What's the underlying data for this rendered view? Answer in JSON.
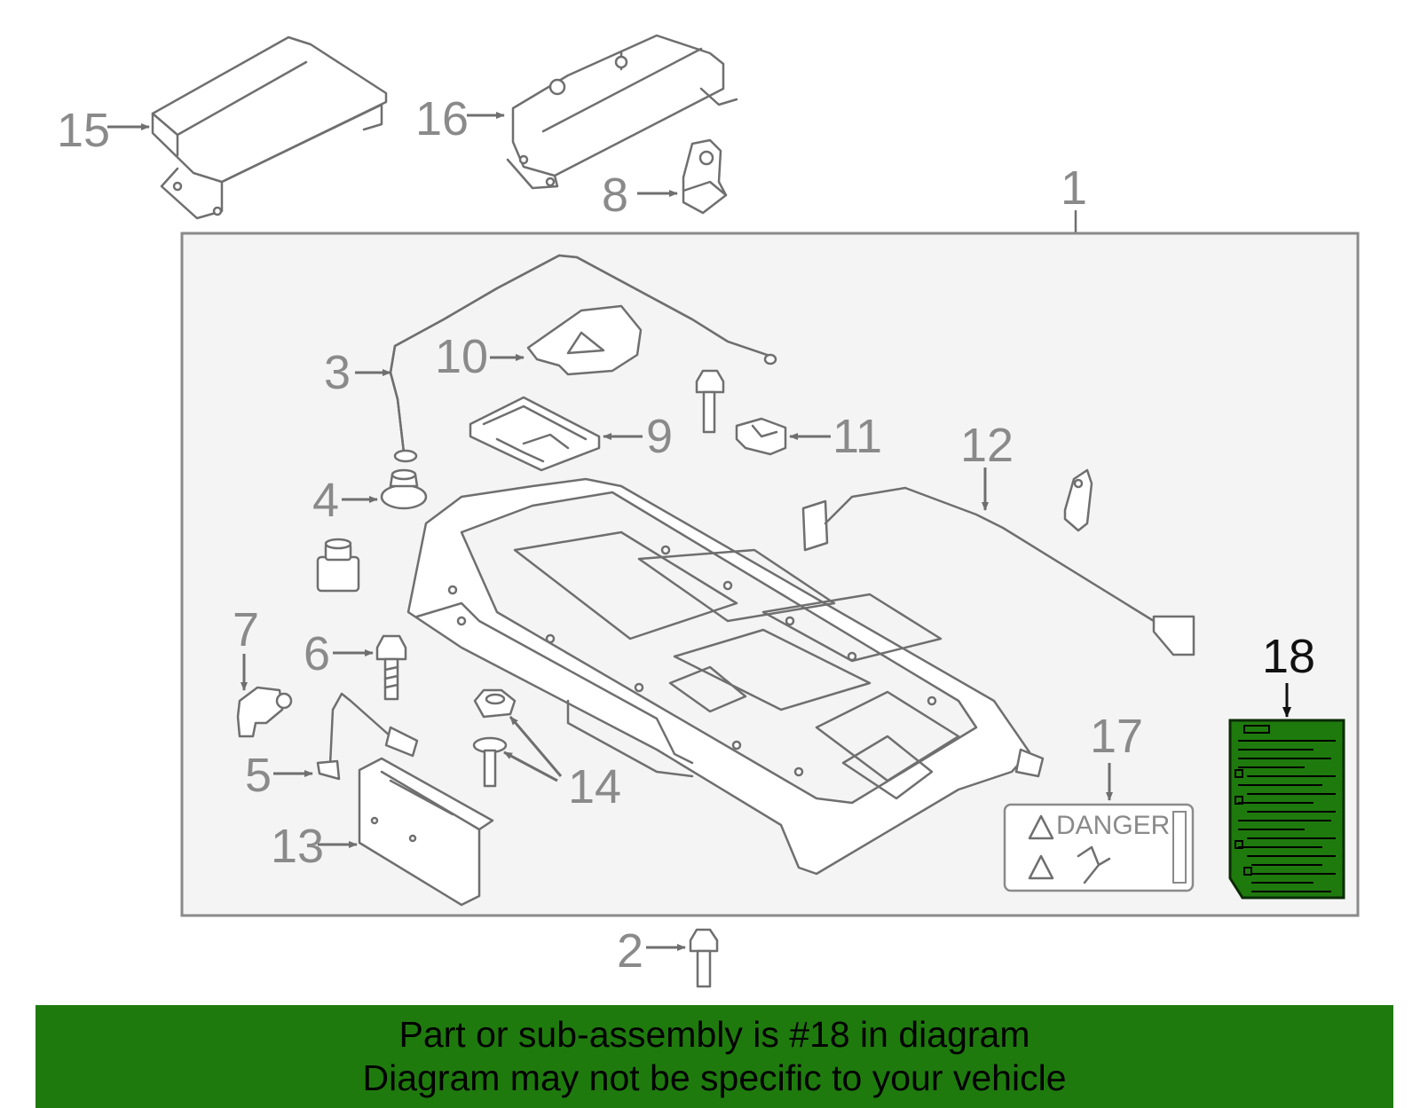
{
  "callouts": {
    "c1": "1",
    "c2": "2",
    "c3": "3",
    "c4": "4",
    "c5": "5",
    "c6": "6",
    "c7": "7",
    "c8": "8",
    "c9": "9",
    "c10": "10",
    "c11": "11",
    "c12": "12",
    "c13": "13",
    "c14": "14",
    "c15": "15",
    "c16": "16",
    "c17": "17",
    "c18": "18"
  },
  "highlighted_part": "18",
  "danger_label_text": "DANGER",
  "banner": {
    "line1": "Part or sub-assembly is #18 in diagram",
    "line2": "Diagram may not be specific to your vehicle",
    "color": "#1f7a0e"
  },
  "colors": {
    "assembly_box_fill": "#f4f4f4",
    "highlight": "#1f7a0e",
    "line_art": "#6f6f6f"
  }
}
